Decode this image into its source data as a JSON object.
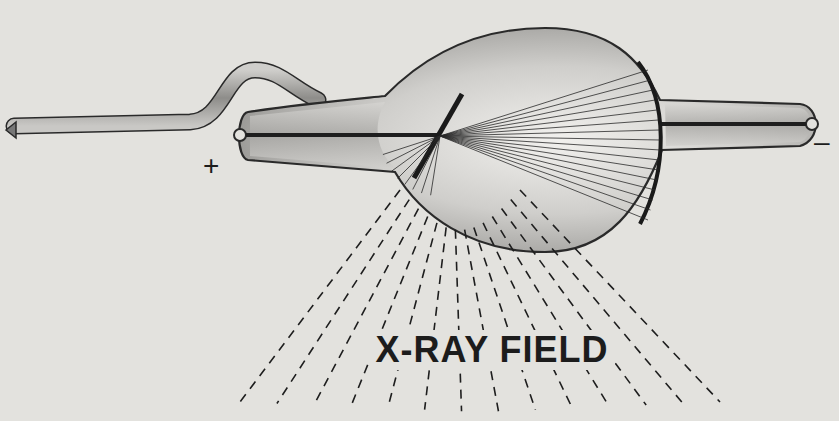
{
  "diagram": {
    "labels": [
      "+",
      "–",
      "X-RAY FIELD"
    ]
  }
}
